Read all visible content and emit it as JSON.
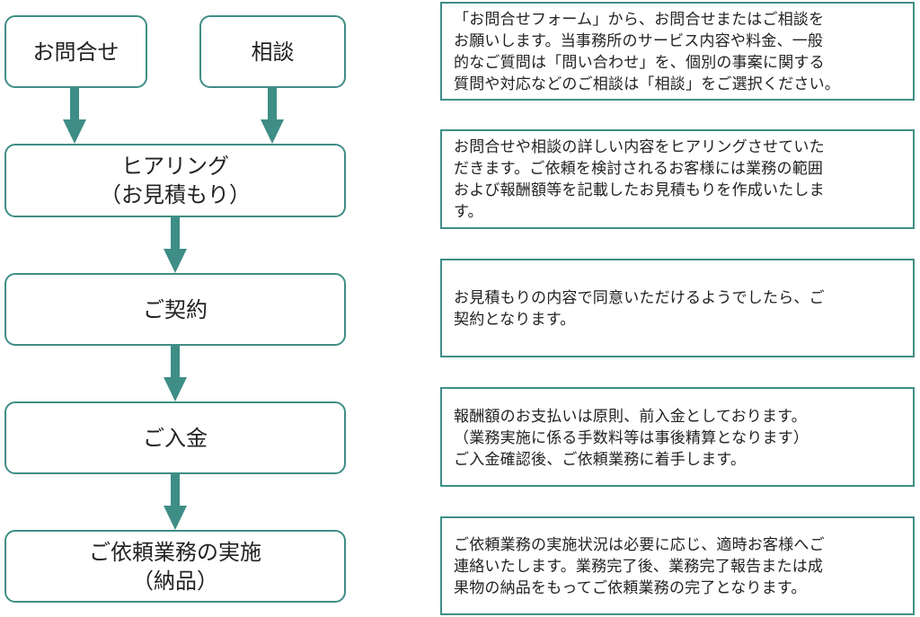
{
  "colors": {
    "border": "#3e8e86",
    "arrow": "#3e8e86",
    "text": "#222222"
  },
  "steps": {
    "inquiry": "お問合せ",
    "consult": "相談",
    "hearing": [
      "ヒアリング",
      "（お見積もり）"
    ],
    "contract": "ご契約",
    "payment": "ご入金",
    "execution": [
      "ご依頼業務の実施",
      "（納品）"
    ]
  },
  "descriptions": {
    "inquiry": [
      "「お問合せフォーム」から、お問合せまたはご相談を",
      "お願いします。当事務所のサービス内容や料金、一般",
      "的なご質問は「問い合わせ」を、個別の事案に関する",
      "質問や対応などのご相談は「相談」をご選択ください。"
    ],
    "hearing": [
      "お問合せや相談の詳しい内容をヒアリングさせていた",
      "だきます。ご依頼を検討されるお客様には業務の範囲",
      "および報酬額等を記載したお見積もりを作成いたしま",
      "す。"
    ],
    "contract": [
      "お見積もりの内容で同意いただけるようでしたら、ご",
      "契約となります。"
    ],
    "payment": [
      "報酬額のお支払いは原則、前入金としております。",
      "（業務実施に係る手数料等は事後精算となります）",
      "ご入金確認後、ご依頼業務に着手します。"
    ],
    "execution": [
      "ご依頼業務の実施状況は必要に応じ、適時お客様へご",
      "連絡いたします。業務完了後、業務完了報告または成",
      "果物の納品をもってご依頼業務の完了となります。"
    ]
  }
}
